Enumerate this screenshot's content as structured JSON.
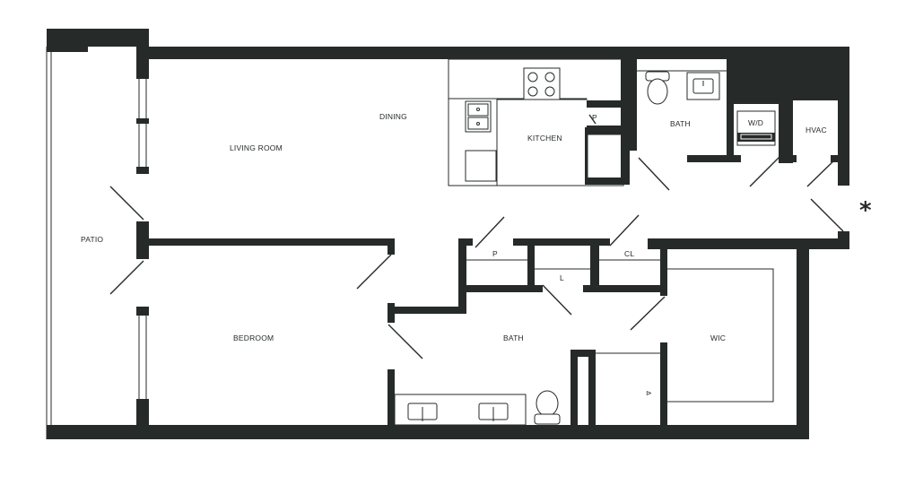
{
  "plan": {
    "rooms": {
      "patio": "PATIO",
      "living_room": "LIVING ROOM",
      "dining": "DINING",
      "kitchen": "KITCHEN",
      "pantry_kitchen": "P",
      "bath_upper": "BATH",
      "washer_dryer": "W/D",
      "hvac": "HVAC",
      "bedroom": "BEDROOM",
      "pantry_hall": "P",
      "closet": "CL",
      "linen": "L",
      "bath_lower": "BATH",
      "wic": "WIC"
    },
    "marker": "*"
  }
}
